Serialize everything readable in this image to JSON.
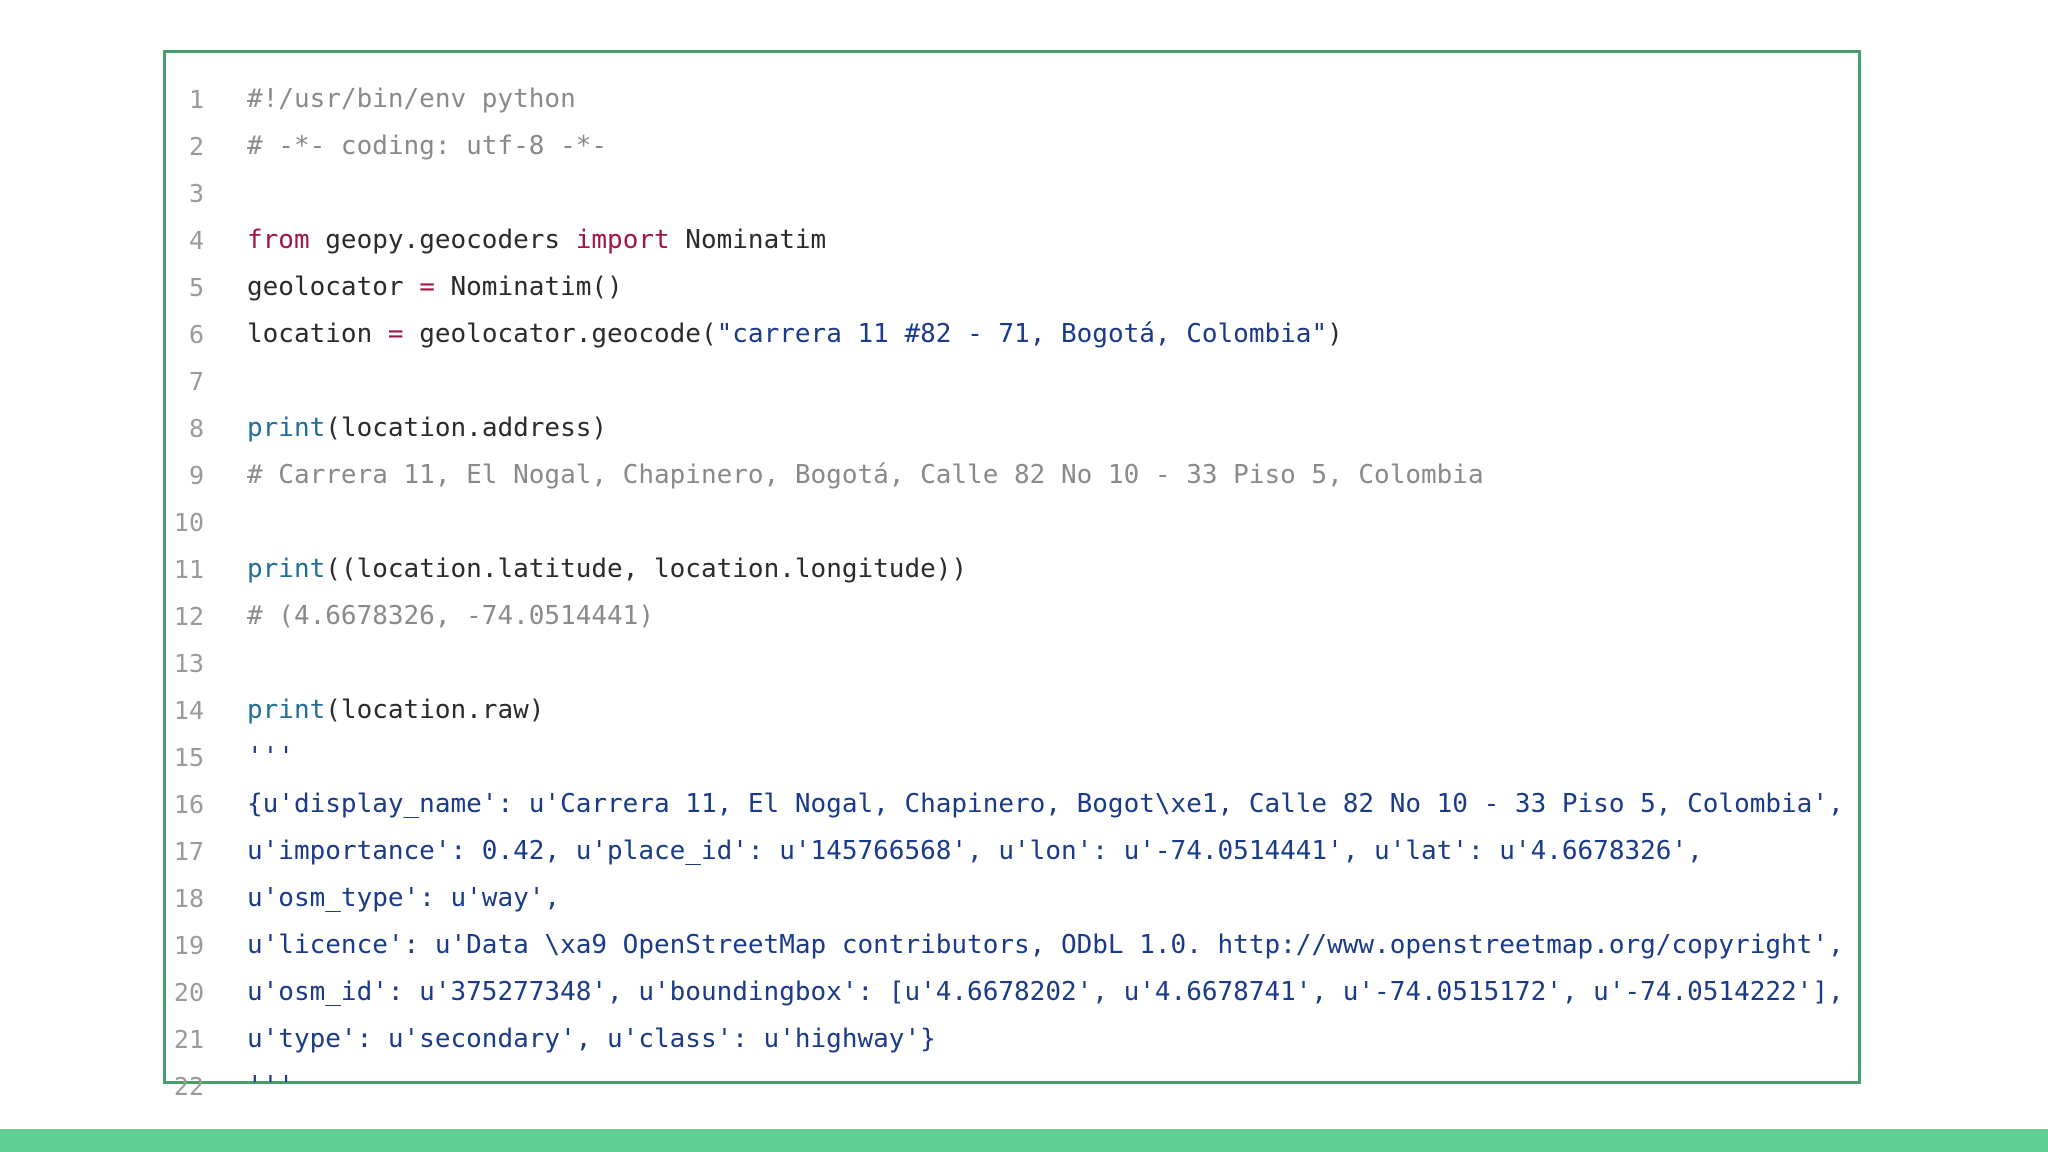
{
  "colors": {
    "frame_border": "#47a06c",
    "bottom_bar": "#64cf95",
    "comment": "#8a8a8a",
    "keyword": "#a31545",
    "builtin": "#1f6f9a",
    "string": "#1a3a8a"
  },
  "code": {
    "lines": [
      {
        "num": "1",
        "tokens": [
          {
            "t": "#!/usr/bin/env python",
            "k": "comment"
          }
        ]
      },
      {
        "num": "2",
        "tokens": [
          {
            "t": "# -*- coding: utf-8 -*-",
            "k": "comment"
          }
        ]
      },
      {
        "num": "3",
        "tokens": []
      },
      {
        "num": "4",
        "tokens": [
          {
            "t": "from",
            "k": "keyword"
          },
          {
            "t": " geopy.geocoders ",
            "k": "plain"
          },
          {
            "t": "import",
            "k": "keyword"
          },
          {
            "t": " Nominatim",
            "k": "plain"
          }
        ]
      },
      {
        "num": "5",
        "tokens": [
          {
            "t": "geolocator ",
            "k": "plain"
          },
          {
            "t": "=",
            "k": "op"
          },
          {
            "t": " Nominatim()",
            "k": "plain"
          }
        ]
      },
      {
        "num": "6",
        "tokens": [
          {
            "t": "location ",
            "k": "plain"
          },
          {
            "t": "=",
            "k": "op"
          },
          {
            "t": " geolocator.geocode(",
            "k": "plain"
          },
          {
            "t": "\"carrera 11 #82 - 71, Bogotá, Colombia\"",
            "k": "string"
          },
          {
            "t": ")",
            "k": "plain"
          }
        ]
      },
      {
        "num": "7",
        "tokens": []
      },
      {
        "num": "8",
        "tokens": [
          {
            "t": "print",
            "k": "builtin"
          },
          {
            "t": "(location.address)",
            "k": "plain"
          }
        ]
      },
      {
        "num": "9",
        "tokens": [
          {
            "t": "# Carrera 11, El Nogal, Chapinero, Bogotá, Calle 82 No 10 - 33 Piso 5, Colombia",
            "k": "comment"
          }
        ]
      },
      {
        "num": "10",
        "tokens": []
      },
      {
        "num": "11",
        "tokens": [
          {
            "t": "print",
            "k": "builtin"
          },
          {
            "t": "((location.latitude, location.longitude))",
            "k": "plain"
          }
        ]
      },
      {
        "num": "12",
        "tokens": [
          {
            "t": "# (4.6678326, -74.0514441)",
            "k": "comment"
          }
        ]
      },
      {
        "num": "13",
        "tokens": []
      },
      {
        "num": "14",
        "tokens": [
          {
            "t": "print",
            "k": "builtin"
          },
          {
            "t": "(location.raw)",
            "k": "plain"
          }
        ]
      },
      {
        "num": "15",
        "tokens": [
          {
            "t": "'''",
            "k": "string"
          }
        ]
      },
      {
        "num": "16",
        "tokens": [
          {
            "t": "{u'display_name': u'Carrera 11, El Nogal, Chapinero, Bogot\\xe1, Calle 82 No 10 - 33 Piso 5, Colombia',",
            "k": "string"
          }
        ]
      },
      {
        "num": "17",
        "tokens": [
          {
            "t": "u'importance': 0.42, u'place_id': u'145766568', u'lon': u'-74.0514441', u'lat': u'4.6678326',",
            "k": "string"
          }
        ]
      },
      {
        "num": "18",
        "tokens": [
          {
            "t": "u'osm_type': u'way',",
            "k": "string"
          }
        ]
      },
      {
        "num": "19",
        "tokens": [
          {
            "t": "u'licence': u'Data \\xa9 OpenStreetMap contributors, ODbL 1.0. http://www.openstreetmap.org/copyright',",
            "k": "string"
          }
        ]
      },
      {
        "num": "20",
        "tokens": [
          {
            "t": "u'osm_id': u'375277348', u'boundingbox': [u'4.6678202', u'4.6678741', u'-74.0515172', u'-74.0514222'],",
            "k": "string"
          }
        ]
      },
      {
        "num": "21",
        "tokens": [
          {
            "t": "u'type': u'secondary', u'class': u'highway'}",
            "k": "string"
          }
        ]
      },
      {
        "num": "22",
        "tokens": [
          {
            "t": "'''",
            "k": "string"
          }
        ]
      }
    ]
  }
}
